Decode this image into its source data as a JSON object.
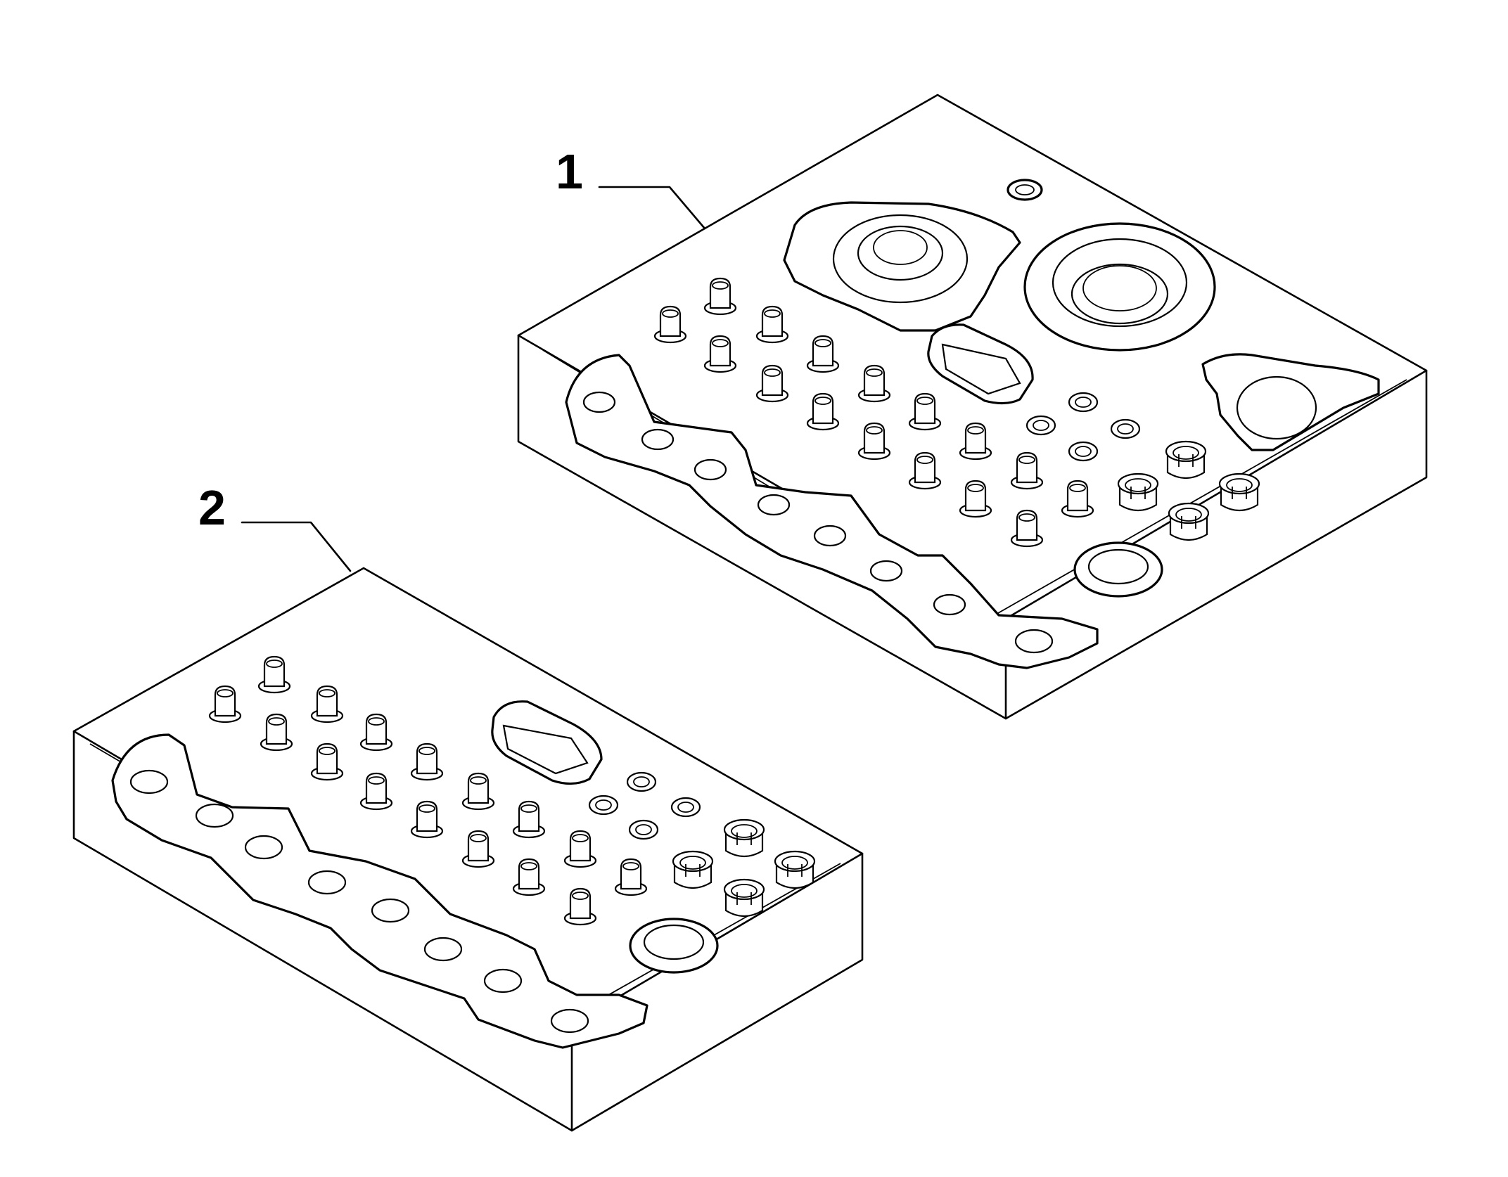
{
  "diagram": {
    "accent_color": "#000000",
    "background_color": "#ffffff",
    "callouts": [
      {
        "id": "kit-1",
        "label": "1"
      },
      {
        "id": "kit-2",
        "label": "2"
      }
    ]
  }
}
